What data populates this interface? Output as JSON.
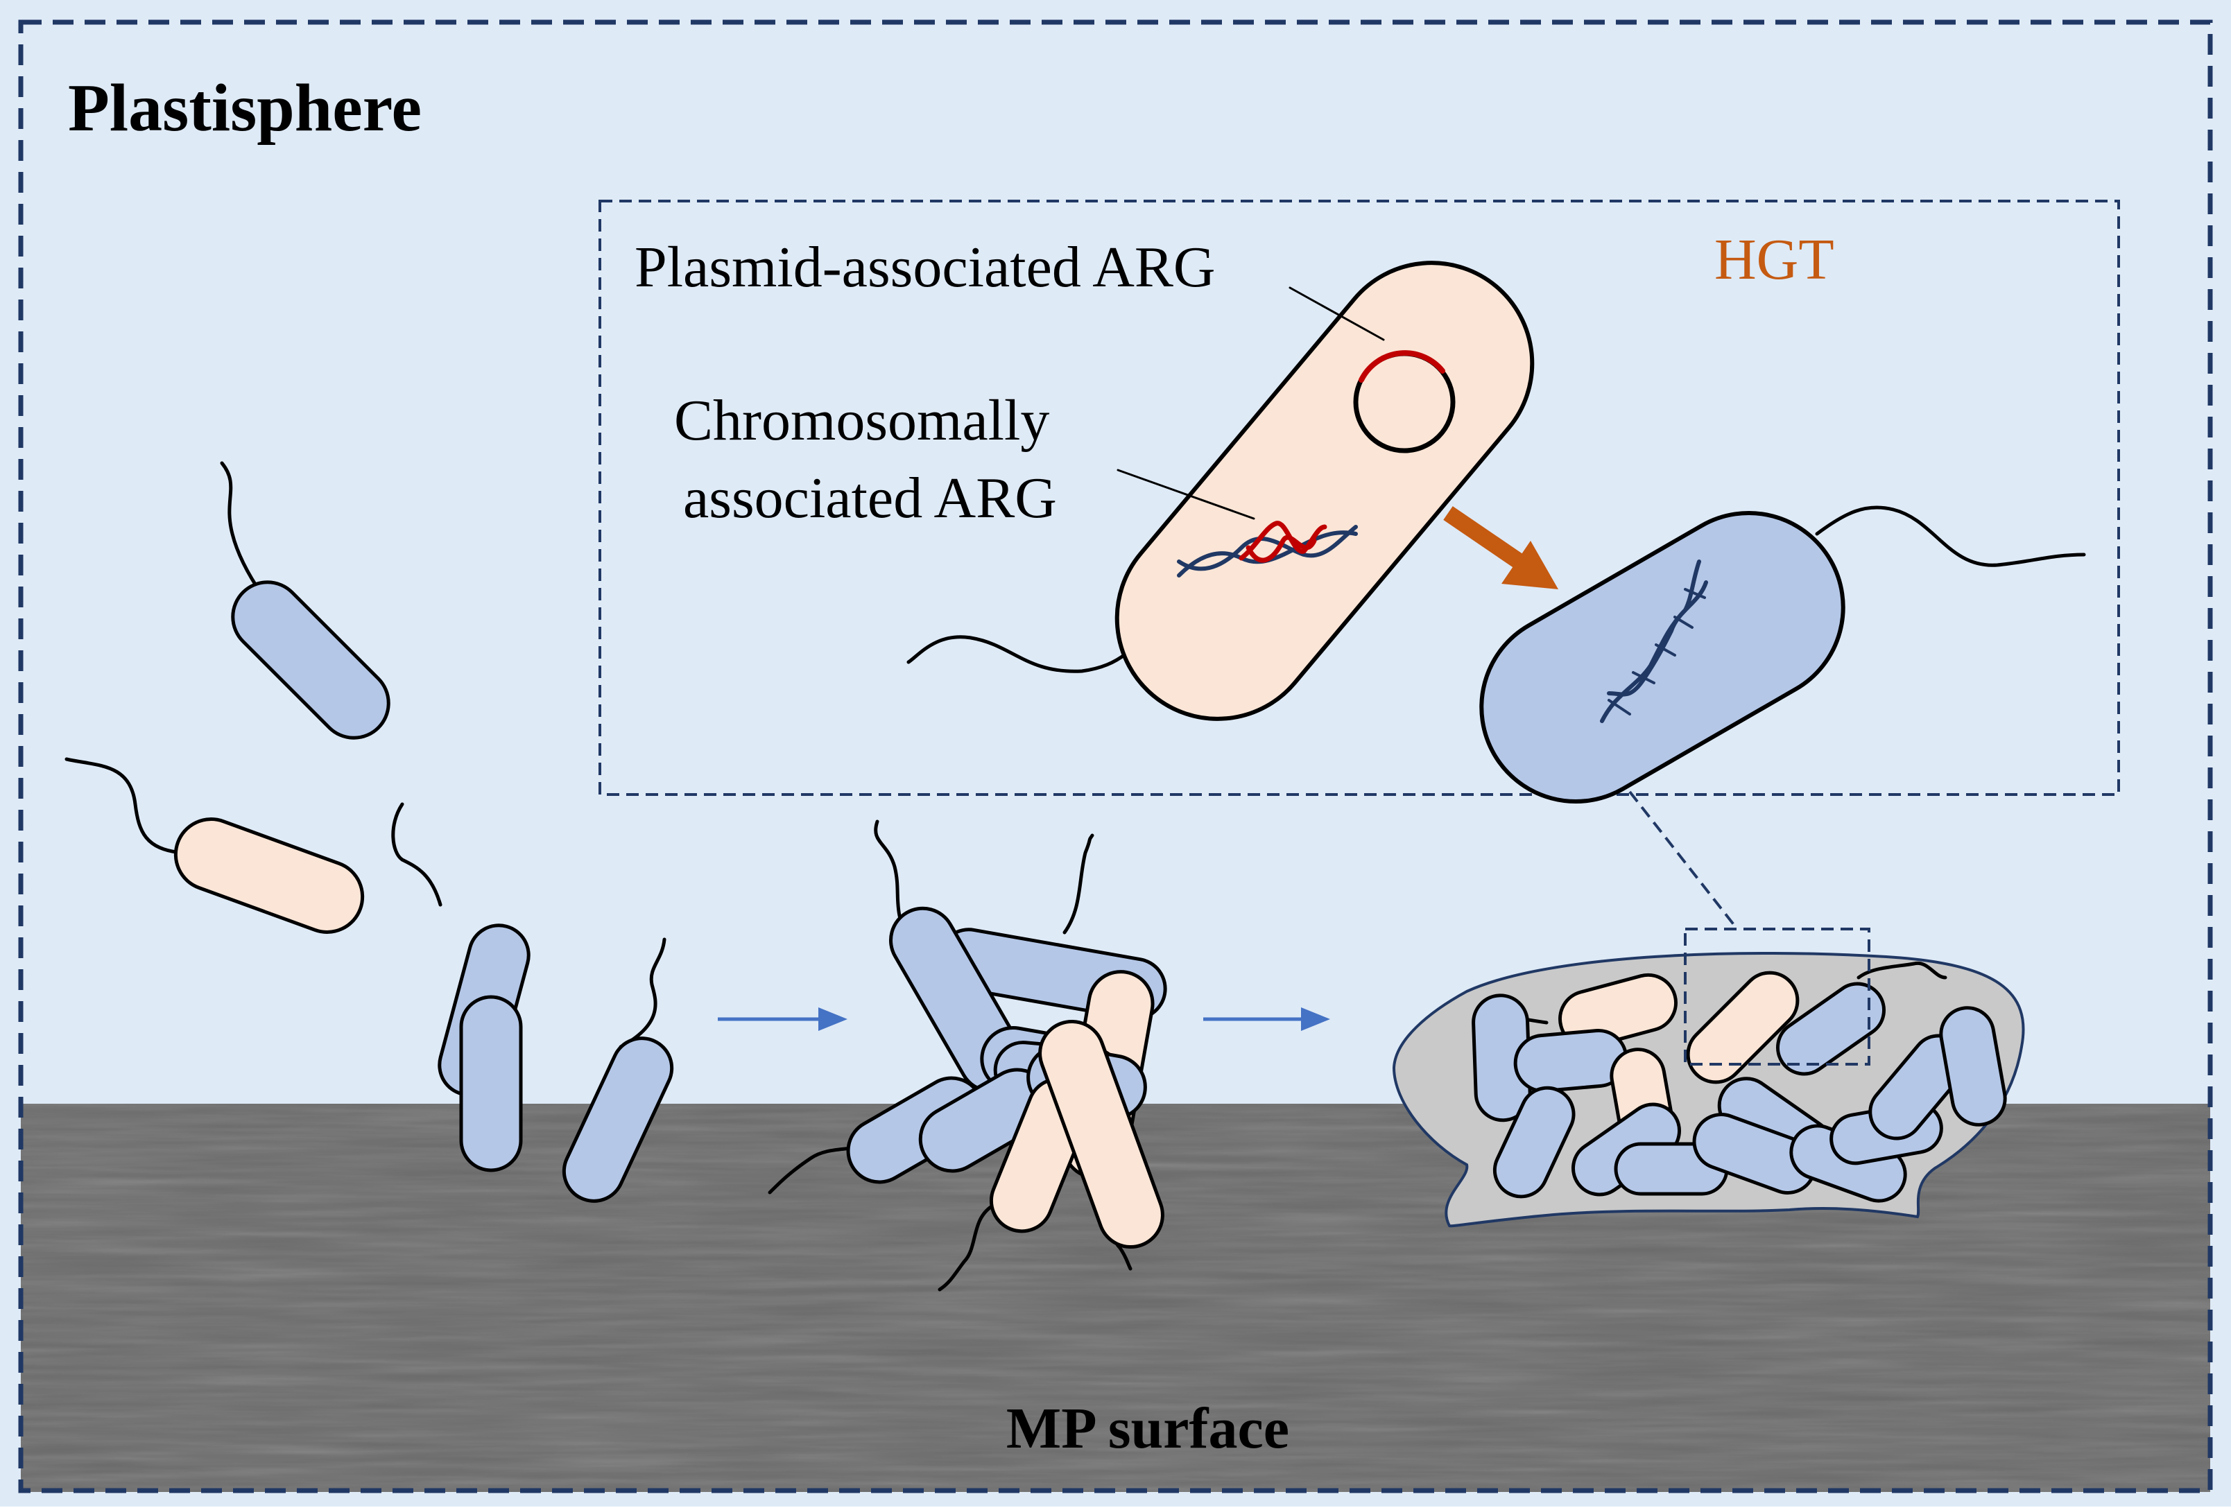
{
  "title": "Plastisphere",
  "surface_label": "MP surface",
  "inset": {
    "hgt_label": "HGT",
    "plasmid_label": "Plasmid-associated ARG",
    "chromosomal_label_line1": "Chromosomally",
    "chromosomal_label_line2": "associated ARG"
  },
  "colors": {
    "background": "#deeaf6",
    "frame": "#203864",
    "surface": "#6b6b6b",
    "blue_cell": "#b4c7e7",
    "peach_cell": "#fbe5d6",
    "biofilm": "#c9c9c9",
    "hgt_arrow": "#c55a11",
    "arg_red": "#c00000",
    "dna_blue": "#203864",
    "process_arrow": "#4472c4"
  }
}
